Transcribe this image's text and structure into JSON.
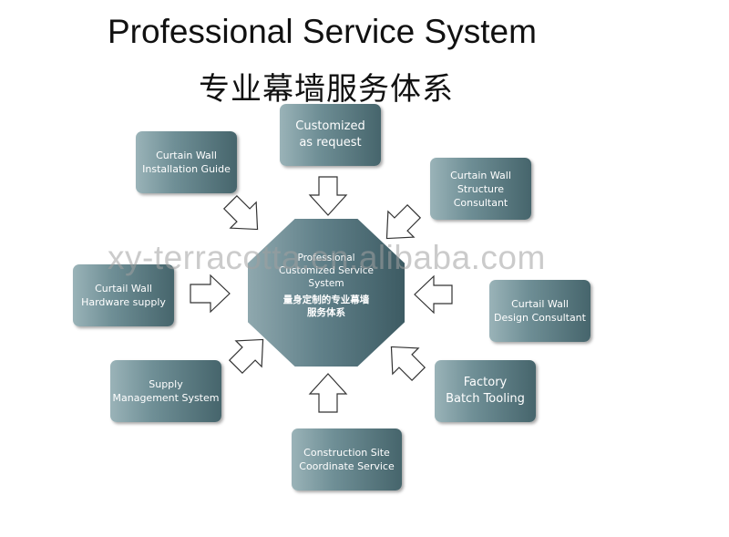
{
  "title": "Professional Service System",
  "subtitle": "专业幕墙服务体系",
  "watermark": "xy-terracotta.en.alibaba.com",
  "center": {
    "lines": [
      "Professional",
      "Customized Service",
      "System"
    ],
    "cn_lines": [
      "量身定制的专业幕墙",
      "服务体系"
    ]
  },
  "nodes": {
    "customized": [
      "Customized",
      "as request"
    ],
    "installation": [
      "Curtain Wall",
      "Installation Guide"
    ],
    "structure": [
      "Curtain Wall",
      "Structure",
      "Consultant"
    ],
    "hardware": [
      "Curtail Wall",
      "Hardware supply"
    ],
    "design": [
      "Curtail Wall",
      "Design Consultant"
    ],
    "supply": [
      "Supply",
      "Management System"
    ],
    "factory": [
      "Factory",
      "Batch Tooling"
    ],
    "construction": [
      "Construction Site",
      "Coordinate Service"
    ]
  },
  "colors": {
    "box_light": "#9ab3b8",
    "box_dark": "#46656c",
    "arrow_stroke": "#333333"
  }
}
